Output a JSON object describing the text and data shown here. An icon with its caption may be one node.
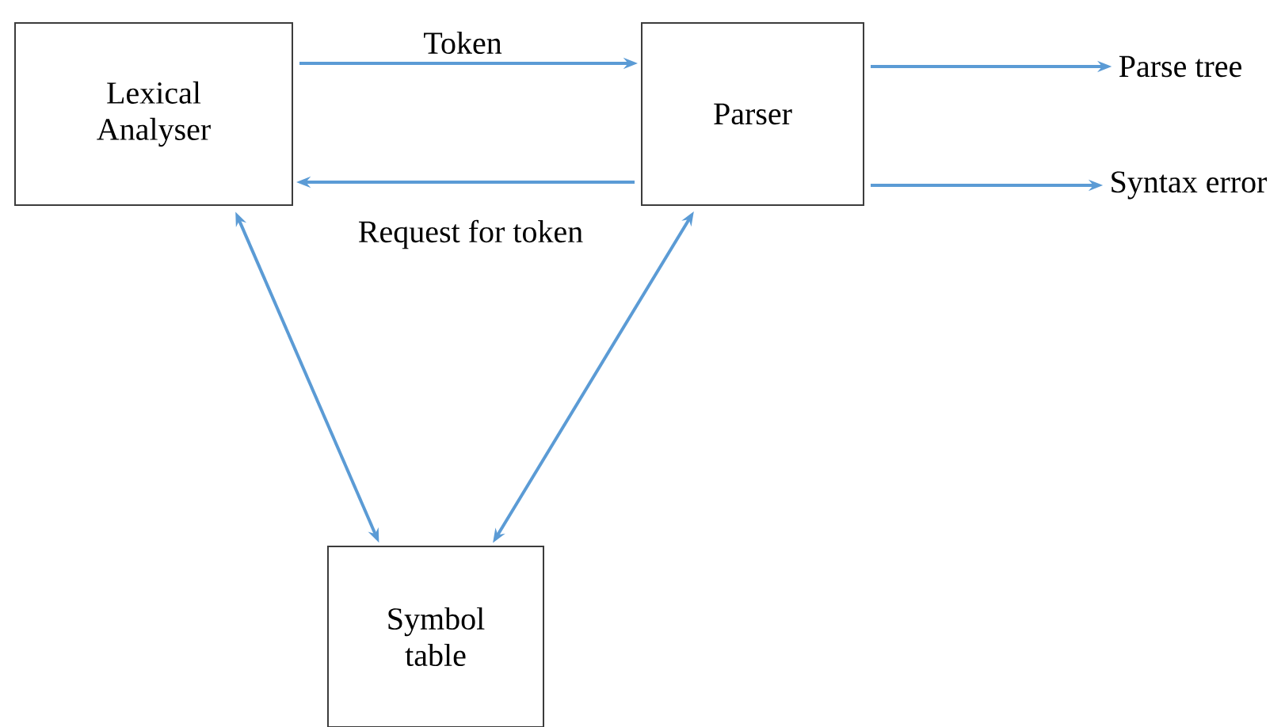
{
  "diagram": {
    "nodes": [
      {
        "text": [
          "Lexical Analyser"
        ]
      },
      {
        "text": [
          "Parser"
        ]
      },
      {
        "text": [
          "Symbol table"
        ]
      },
      {
        "text": [
          "Parse tree"
        ]
      },
      {
        "text": [
          "Syntax error"
        ]
      }
    ],
    "edges": [
      {
        "from": 0,
        "to": 1,
        "arrow": "to",
        "label": "Token"
      },
      {
        "from": 1,
        "to": 0,
        "arrow": "to",
        "label": "Request for token"
      },
      {
        "from": 0,
        "to": 2,
        "arrow": "both"
      },
      {
        "from": 1,
        "to": 2,
        "arrow": "both"
      },
      {
        "from": 1,
        "to": 3,
        "arrow": "to"
      },
      {
        "from": 1,
        "to": 4,
        "arrow": "to"
      }
    ]
  }
}
